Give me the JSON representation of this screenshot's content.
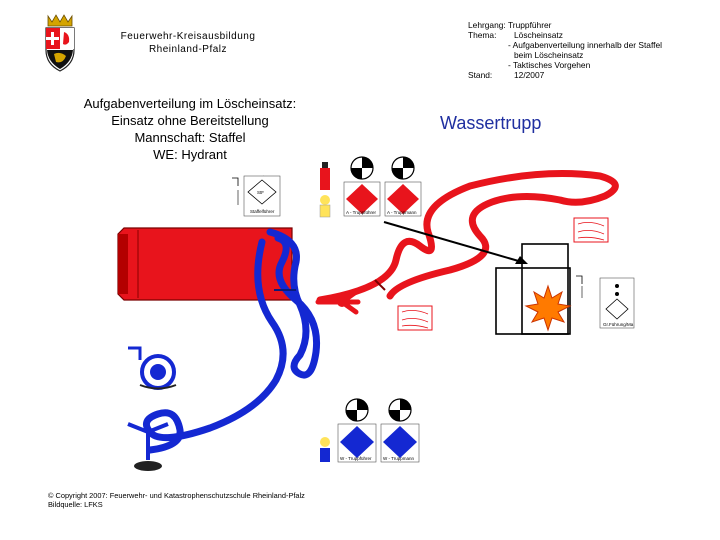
{
  "header": {
    "org_line1": "Feuerwehr-Kreisausbildung",
    "org_line2": "Rheinland-Pfalz"
  },
  "meta": {
    "lehrgang_key": "Lehrgang:",
    "lehrgang_val": "Truppführer",
    "thema_key": "Thema:",
    "thema_val": "Löscheinsatz",
    "thema_item1_l1": "- Aufgabenverteilung innerhalb der Staffel",
    "thema_item1_l2": "beim Löscheinsatz",
    "thema_item2": "- Taktisches Vorgehen",
    "stand_key": "Stand:",
    "stand_val": "12/2007"
  },
  "title": {
    "line1": "Aufgabenverteilung im Löscheinsatz:",
    "line2": "Einsatz ohne Bereitstellung",
    "line3": "Mannschaft: Staffel",
    "line4": "WE: Hydrant"
  },
  "trupp_label": "Wassertrupp",
  "footer": {
    "copyright": "© Copyright 2007: Feuerwehr- und Katastrophenschutzschule Rheinland-Pfalz",
    "source": "Bildquelle: LFKS"
  },
  "diagram": {
    "staffelfuehrer_label": "Staffelführer",
    "staffelfuehrer_symbol": "StF",
    "top_left_unit_label": "A - Truppführer",
    "top_right_unit_label": "A - Truppmann",
    "right_card_label": "Gr.Führung/Ma",
    "bottom_left_unit_label": "W - Truppführer",
    "bottom_right_unit_label": "W - Truppmann",
    "colors": {
      "hose_red": "#e8141c",
      "hose_blue": "#1428d2",
      "fire_orange": "#ff7a00",
      "trupp_blue": "#1f2fa0"
    },
    "icons": [
      "coat-of-arms-icon",
      "fire-icon",
      "hydrant-icon",
      "hose-reel-icon",
      "distributor-icon",
      "fire-engine-icon"
    ]
  }
}
